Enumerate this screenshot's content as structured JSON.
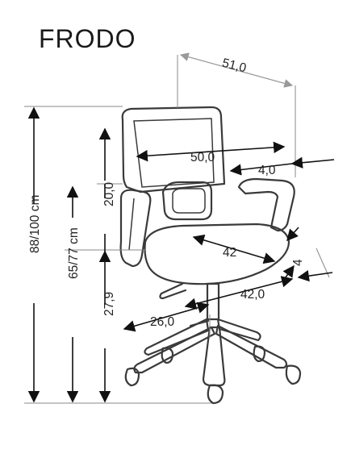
{
  "product_name": "FRODO",
  "dimensions": {
    "total_depth": "51,0",
    "seat_width": "50,0",
    "armrest_gap": "4,0",
    "seat_depth": "42",
    "armrest_thickness": "4",
    "seat_frame_width": "42,0",
    "base_radius": "26,0",
    "backrest_height": "20,0",
    "floor_to_seat": "27,9",
    "seat_height_range": "65/77 cm",
    "total_height_range": "88/100 cm"
  }
}
